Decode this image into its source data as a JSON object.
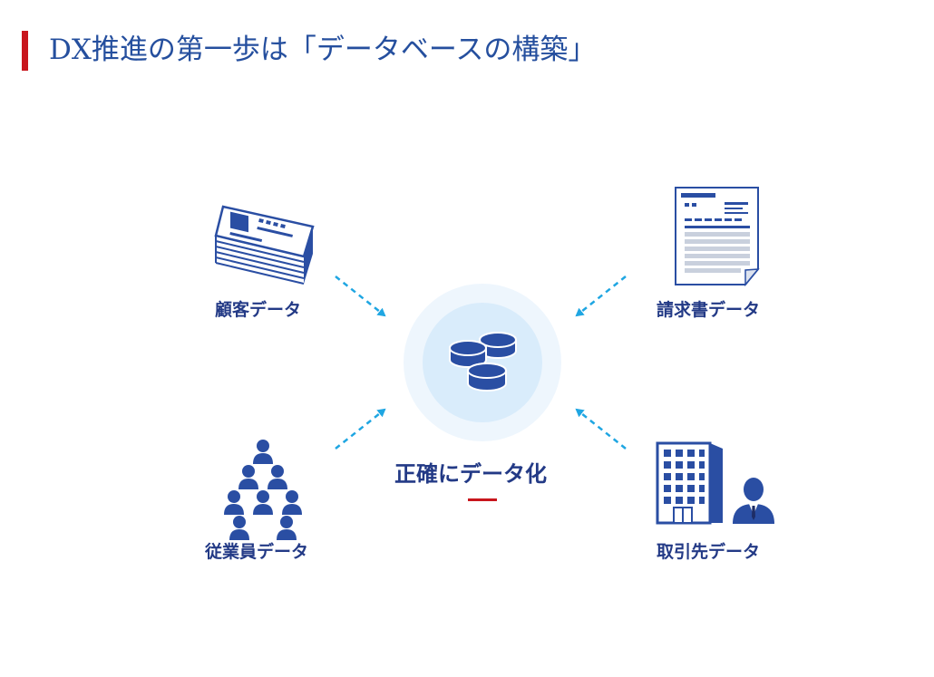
{
  "title": "DX推進の第一歩は「データベースの構築」",
  "center": {
    "label": "正確にデータ化",
    "icon": "database-icon"
  },
  "sources": [
    {
      "label": "顧客データ",
      "icon": "business-cards-icon"
    },
    {
      "label": "請求書データ",
      "icon": "invoice-document-icon"
    },
    {
      "label": "従業員データ",
      "icon": "employees-pyramid-icon"
    },
    {
      "label": "取引先データ",
      "icon": "office-building-person-icon"
    }
  ],
  "colors": {
    "title": "#254f9e",
    "accent": "#c8161d",
    "icon": "#2a4ea3",
    "arrow": "#1fa6e2",
    "circle_outer": "#eef6fd",
    "circle_inner": "#d9ecfb"
  }
}
